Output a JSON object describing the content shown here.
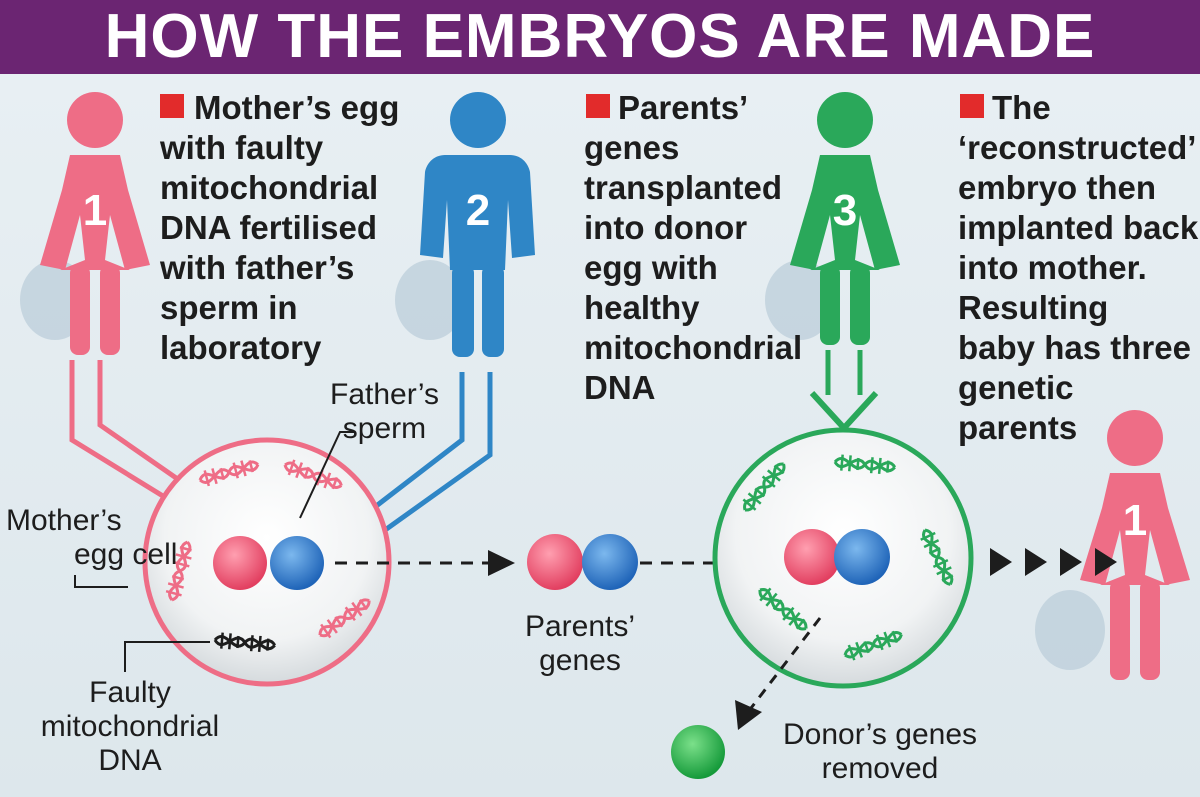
{
  "title": "HOW THE EMBRYOS ARE MADE",
  "steps": [
    {
      "number": "1",
      "lines": [
        "Mother’s egg",
        "with faulty",
        "mitochondrial",
        "DNA fertilised",
        "with father’s",
        "sperm in",
        "laboratory"
      ]
    },
    {
      "number": "2"
    },
    {
      "number": "3",
      "lines": [
        "Parents’",
        "genes",
        "transplanted",
        "into donor",
        "egg with",
        "healthy",
        "mitochondrial",
        "DNA"
      ]
    },
    {
      "number": "1",
      "lines": [
        "The",
        "‘reconstructed’",
        "embryo then",
        "implanted back",
        "into mother.",
        "Resulting",
        "baby has three",
        "genetic",
        "parents"
      ]
    }
  ],
  "labels": {
    "fathers_sperm": [
      "Father’s",
      "sperm"
    ],
    "mothers_egg_cell": [
      "Mother’s",
      "egg cell"
    ],
    "faulty_dna": [
      "Faulty",
      "mitochondrial",
      "DNA"
    ],
    "parents_genes": [
      "Parents’",
      "genes"
    ],
    "donors_genes_removed": [
      "Donor’s genes",
      "removed"
    ]
  },
  "colors": {
    "title_bar": "#6b2572",
    "mother_pink": "#ee6d86",
    "father_blue": "#2f86c6",
    "donor_green": "#2aa85a",
    "bullet_red": "#e22b2b"
  }
}
